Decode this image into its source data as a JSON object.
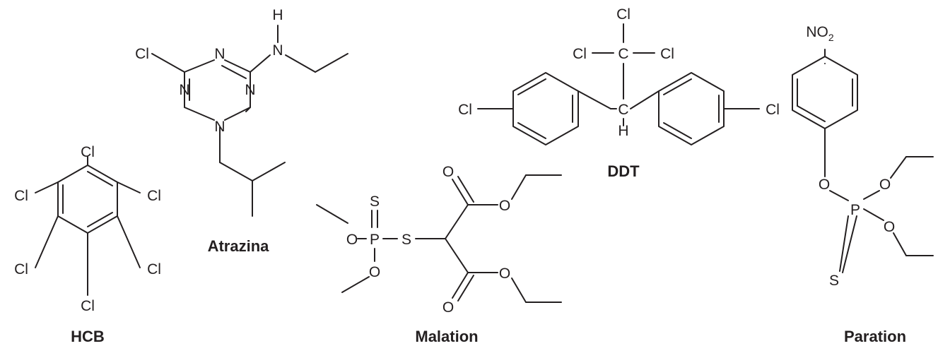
{
  "compounds": {
    "hcb": {
      "name": "HCB",
      "atoms": {
        "cl": "Cl"
      }
    },
    "atrazina": {
      "name": "Atrazina",
      "atoms": {
        "cl": "Cl",
        "n": "N",
        "h": "H"
      }
    },
    "ddt": {
      "name": "DDT",
      "atoms": {
        "cl": "Cl",
        "c": "C",
        "h": "H"
      }
    },
    "malation": {
      "name": "Malation",
      "atoms": {
        "s": "S",
        "p": "P",
        "o": "O"
      }
    },
    "paration": {
      "name": "Paration",
      "atoms": {
        "no": "NO",
        "no_sub": "2",
        "o": "O",
        "p": "P",
        "s": "S"
      }
    }
  }
}
